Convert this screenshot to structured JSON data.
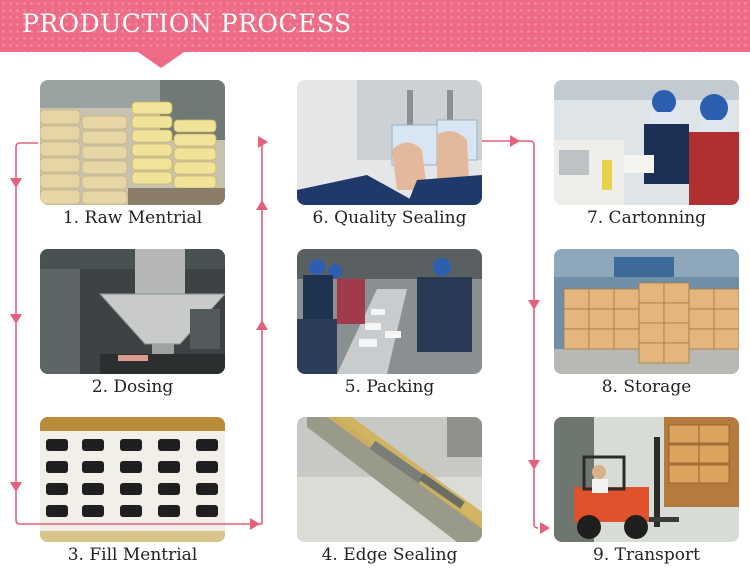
{
  "header": {
    "title": "PRODUCTION PROCESS",
    "accent_color": "#ee6b86",
    "arrow_color": "#e4607c"
  },
  "steps": [
    {
      "number": 1,
      "label": "1. Raw Mentrial",
      "photo": "raw-material-sacks"
    },
    {
      "number": 2,
      "label": "2. Dosing",
      "photo": "dosing-hopper"
    },
    {
      "number": 3,
      "label": "3. Fill Mentrial",
      "photo": "filling-tray"
    },
    {
      "number": 4,
      "label": "4. Edge Sealing",
      "photo": "edge-sealing-machine"
    },
    {
      "number": 5,
      "label": "5. Packing",
      "photo": "packing-line-workers"
    },
    {
      "number": 6,
      "label": "6. Quality Sealing",
      "photo": "quality-check-hands"
    },
    {
      "number": 7,
      "label": "7. Cartonning",
      "photo": "cartoning-workers"
    },
    {
      "number": 8,
      "label": "8. Storage",
      "photo": "warehouse-cartons"
    },
    {
      "number": 9,
      "label": "9. Transport",
      "photo": "forklift-truck"
    }
  ]
}
